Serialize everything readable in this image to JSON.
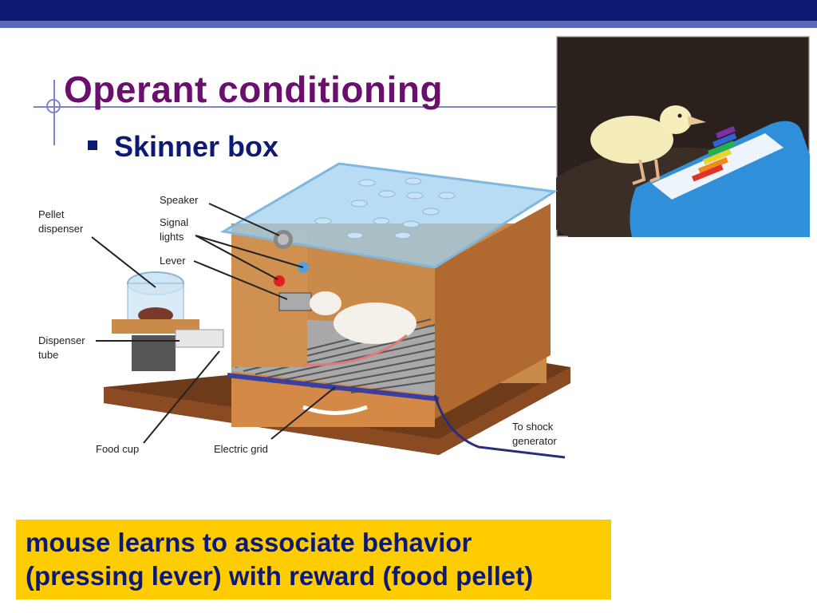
{
  "slide": {
    "title": "Operant conditioning",
    "bullet": "Skinner box",
    "callout": {
      "line1": "mouse learns to associate behavior",
      "line2": "(pressing lever) with reward (food pellet)"
    }
  },
  "diagram": {
    "labels": {
      "pellet_dispenser_1": "Pellet",
      "pellet_dispenser_2": "dispenser",
      "speaker": "Speaker",
      "signal_lights_1": "Signal",
      "signal_lights_2": "lights",
      "lever": "Lever",
      "dispenser_tube_1": "Dispenser",
      "dispenser_tube_2": "tube",
      "food_cup": "Food cup",
      "electric_grid": "Electric grid",
      "shock_generator_1": "To shock",
      "shock_generator_2": "generator"
    }
  },
  "colors": {
    "title": "#6b0e6e",
    "text": "#0d1a73",
    "callout_bg": "#ffcc00",
    "header_bar": "#0d1a73"
  }
}
